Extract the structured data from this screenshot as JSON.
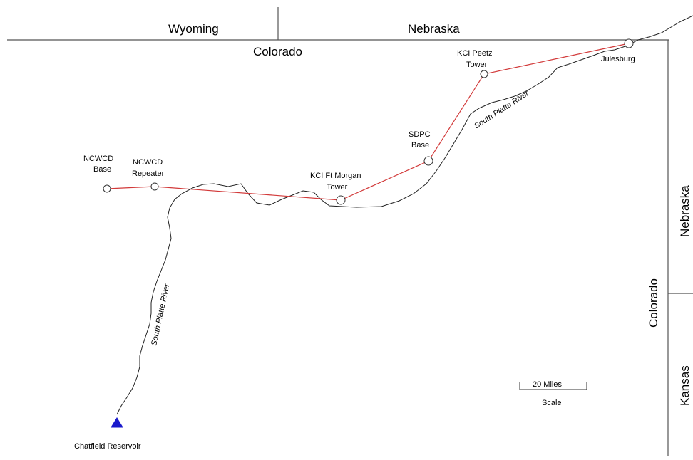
{
  "states": {
    "wyoming": "Wyoming",
    "nebraska_top": "Nebraska",
    "colorado_top": "Colorado",
    "nebraska_right": "Nebraska",
    "colorado_right": "Colorado",
    "kansas": "Kansas"
  },
  "sites": [
    {
      "name_line1": "NCWCD",
      "name_line2": "Base"
    },
    {
      "name_line1": "NCWCD",
      "name_line2": "Repeater"
    },
    {
      "name_line1": "KCI Ft Morgan",
      "name_line2": "Tower"
    },
    {
      "name_line1": "SDPC",
      "name_line2": "Base"
    },
    {
      "name_line1": "KCI Peetz",
      "name_line2": "Tower"
    },
    {
      "name_line1": "Julesburg",
      "name_line2": ""
    }
  ],
  "rivers": {
    "upper_label": "South Platte River",
    "lower_label": "South Platte River"
  },
  "reservoir": "Chatfield Reservoir",
  "scale": {
    "distance": "20 Miles",
    "caption": "Scale"
  },
  "colors": {
    "link_line": "#d23a3a",
    "river": "#222222",
    "border": "#555555",
    "reservoir_marker": "#1a1acc"
  }
}
